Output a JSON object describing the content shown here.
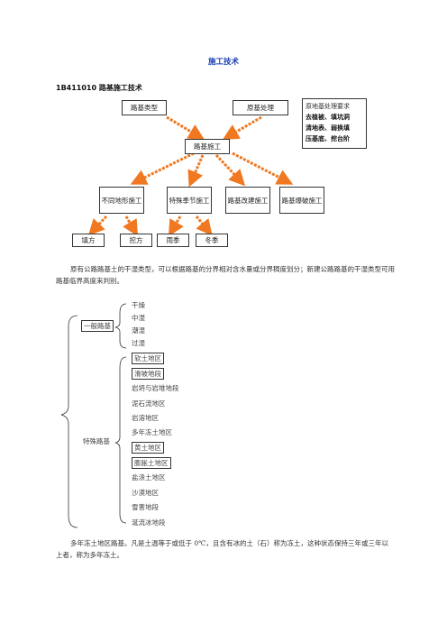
{
  "doc": {
    "title": "施工技术",
    "section": "1B411010  路基施工技术",
    "flow": {
      "top_left": "路基类型",
      "top_right": "原基处理",
      "note": {
        "line0": "原地基处理要求",
        "lines": [
          "去植被、填坑洞",
          "清地表、弱换填",
          "压基底、挖台阶"
        ]
      },
      "center": "路基施工",
      "mid": [
        "不同地形施工",
        "特殊季节施工",
        "路基改建施工",
        "路基爆破施工"
      ],
      "bottom": [
        "填方",
        "挖方",
        "雨季",
        "冬季"
      ]
    },
    "para1": "原有公路路基土的干湿类型，可以根据路基的分界相对含水量或分界稠度划分；新建公路路基的干湿类型可用路基临界高度来判别。",
    "tree": {
      "general_label": "一般路基",
      "general_items": [
        "干燥",
        "中湿",
        "潮湿",
        "过湿"
      ],
      "special_label": "特殊路基",
      "special_items": [
        "软土地区",
        "滑坡地段",
        "岩坍与岩堆地段",
        "泥石流地区",
        "岩溶地区",
        "多年冻土地区",
        "黄土地区",
        "膨胀土地区",
        "盐渍土地区",
        "沙漠地区",
        "雪害地段",
        "涎流冰地段"
      ]
    },
    "para2": "多年冻土地区路基。凡是土温等于或低于 0℃，且含有冰的土（石）称为冻土，这种状态保持三年或三年以上者，称为多年冻土。",
    "arrow_color": "#f07820"
  }
}
